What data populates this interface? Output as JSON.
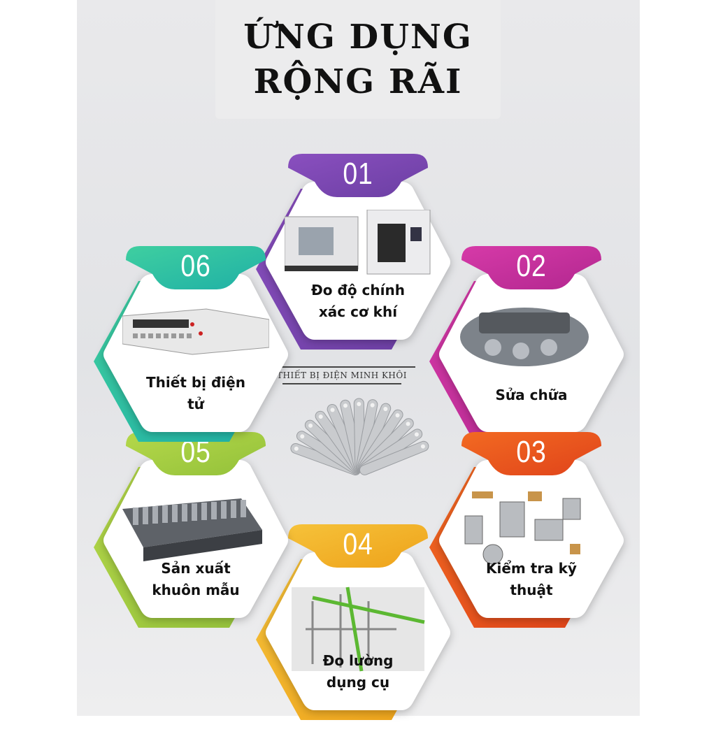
{
  "title": {
    "line1": "ỨNG DỤNG",
    "line2": "RỘNG RÃI"
  },
  "watermark": "THIẾT BỊ ĐIỆN MINH KHÔI",
  "items": [
    {
      "number": "01",
      "label1": "Đo độ chính",
      "label2": "xác cơ khí",
      "color": "#6b3fa3",
      "color2": "#8a4fbf",
      "image": "cnc-machines"
    },
    {
      "number": "02",
      "label1": "Sửa chữa",
      "label2": "",
      "color": "#b2278f",
      "color2": "#d63aa8",
      "image": "engine"
    },
    {
      "number": "03",
      "label1": "Kiểm tra kỹ",
      "label2": "thuật",
      "color": "#e0431a",
      "color2": "#f26a22",
      "image": "metal-parts"
    },
    {
      "number": "04",
      "label1": "Đo lường",
      "label2": "dụng cụ",
      "color": "#eea21a",
      "color2": "#f6c23a",
      "image": "construction-crane"
    },
    {
      "number": "05",
      "label1": "Sản xuất",
      "label2": "khuôn mẫu",
      "color": "#93c13a",
      "color2": "#b5d84a",
      "image": "mold"
    },
    {
      "number": "06",
      "label1": "Thiết bị điện",
      "label2": "tử",
      "color": "#1fb0a6",
      "color2": "#3fcfa0",
      "image": "multimeter"
    }
  ]
}
